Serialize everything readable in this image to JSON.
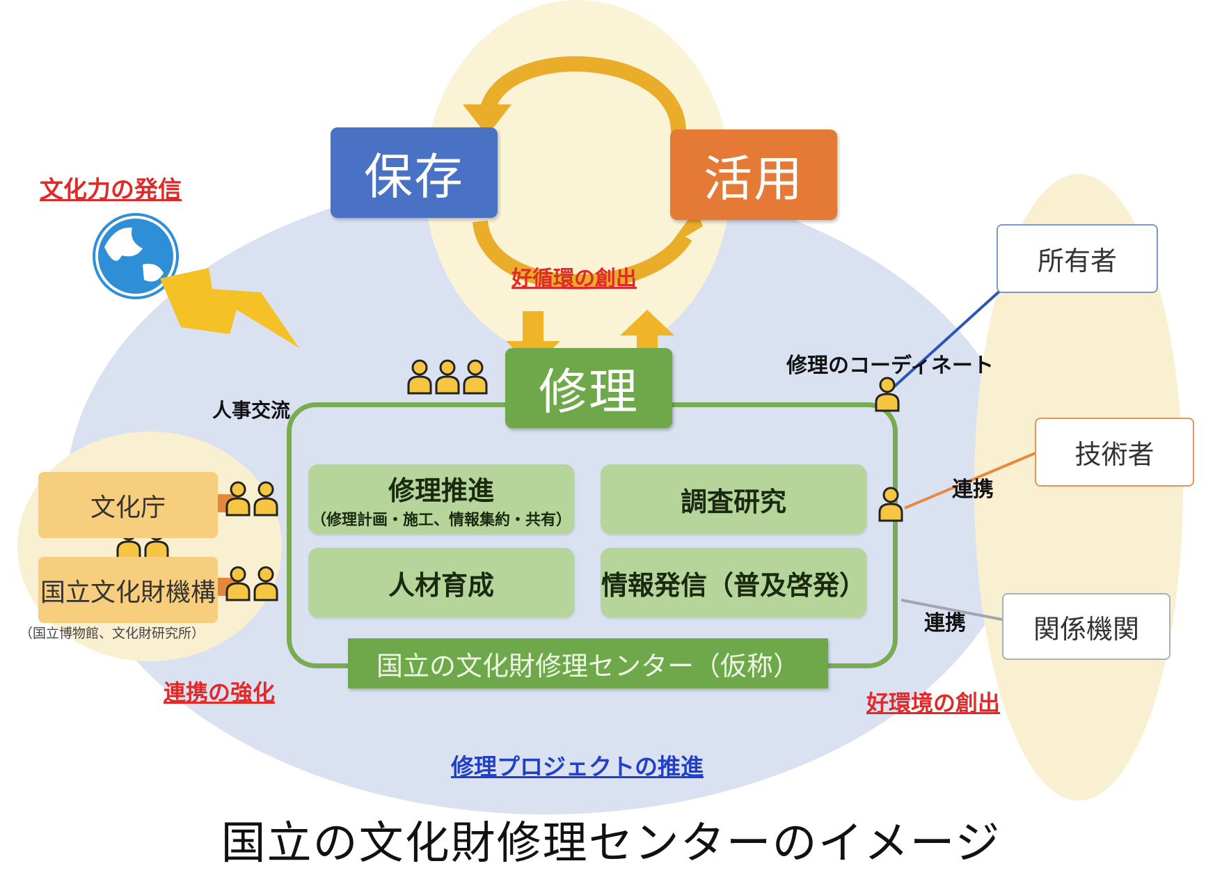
{
  "cycle": {
    "preserve": "保存",
    "utilize": "活用",
    "repair": "修理",
    "virtuous_cycle": "好循環の創出"
  },
  "left": {
    "culture_power": "文化力の発信",
    "personnel_exchange": "人事交流",
    "agency": "文化庁",
    "national_institute": "国立文化財機構",
    "institute_note": "（国立博物館、文化財研究所）",
    "strengthen": "連携の強化"
  },
  "functions": {
    "promotion_title": "修理推進",
    "promotion_sub": "（修理計画・施工、情報集約・共有）",
    "research": "調査研究",
    "training": "人材育成",
    "outreach": "情報発信（普及啓発）"
  },
  "center_name": "国立の文化財修理センター（仮称）",
  "right": {
    "coordinate": "修理のコーディネート",
    "owner": "所有者",
    "collab1": "連携",
    "technician": "技術者",
    "collab2": "連携",
    "related": "関係機関",
    "environment": "好環境の創出"
  },
  "project": "修理プロジェクトの推進",
  "caption": "国立の文化財修理センターのイメージ",
  "colors": {
    "preserve": "#4a72c4",
    "utilize": "#e47a35",
    "repair": "#6fa84a",
    "person": "#f6c542",
    "arrow": "#f0b429",
    "red_label": "#e02a2a",
    "blue_label": "#2040c8"
  }
}
